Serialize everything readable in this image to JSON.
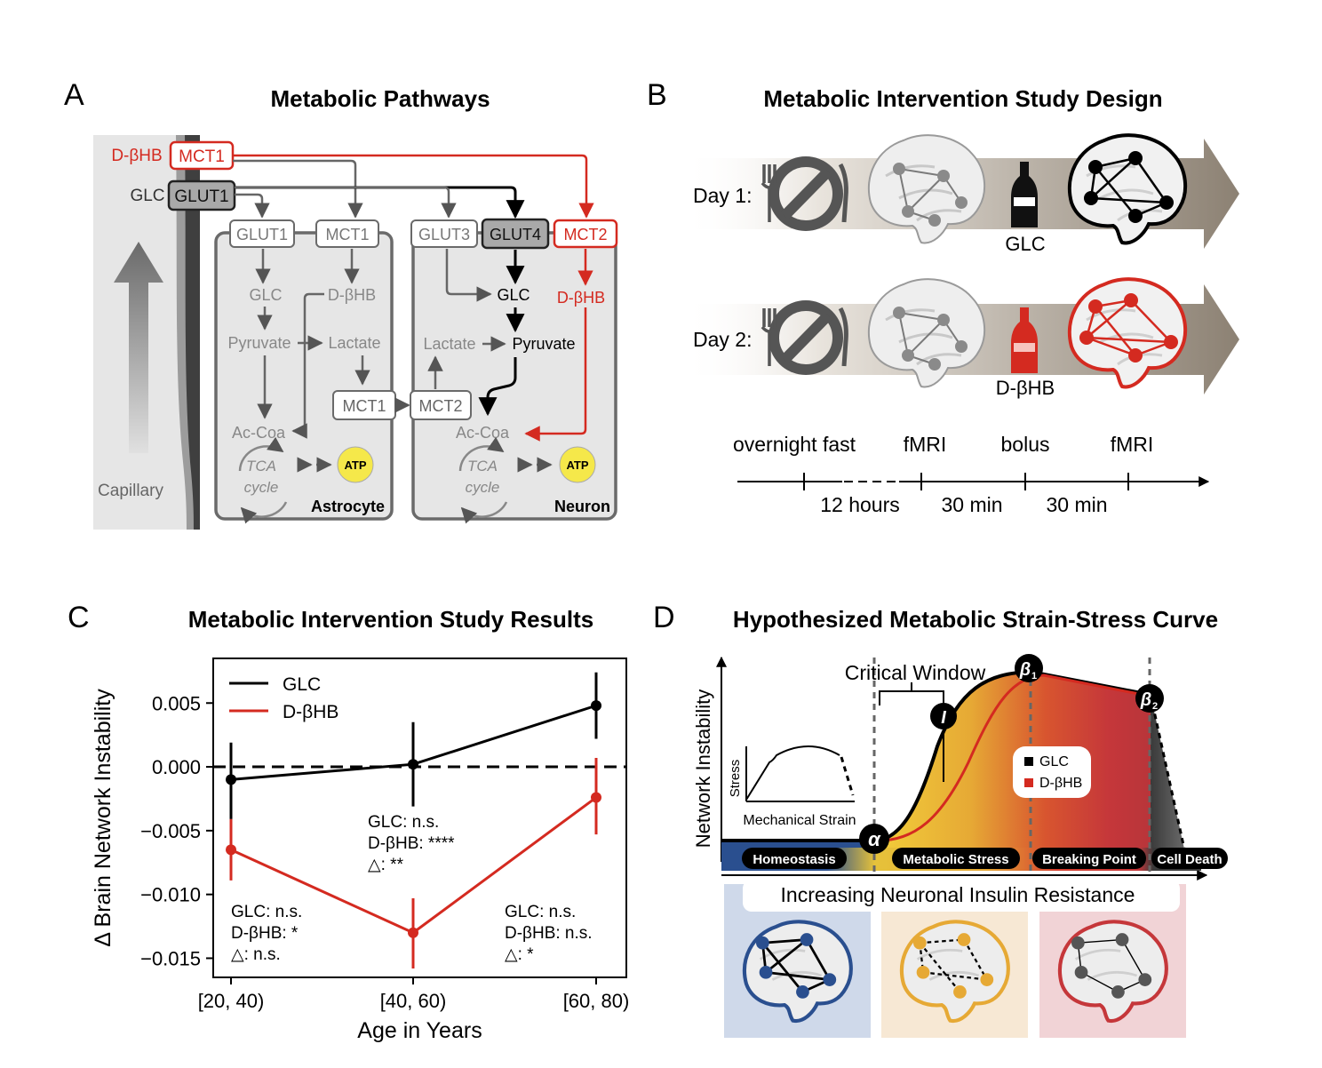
{
  "panels": {
    "A": {
      "letter": "A",
      "title": "Metabolic Pathways",
      "capillary": "Capillary",
      "glc": "GLC",
      "dbhb": "D-βHB",
      "mct1": "MCT1",
      "glut1": "GLUT1",
      "glut3": "GLUT3",
      "glut4": "GLUT4",
      "mct2": "MCT2",
      "pyruvate": "Pyruvate",
      "lactate": "Lactate",
      "acetyl_coa": "Ac-Coa",
      "tca_line1": "TCA",
      "tca_line2": "cycle",
      "atp": "ATP",
      "astrocyte": "Astrocyte",
      "neuron": "Neuron"
    },
    "B": {
      "letter": "B",
      "title": "Metabolic Intervention Study Design",
      "day1": "Day 1:",
      "day2": "Day 2:",
      "glc": "GLC",
      "dbhb": "D-βHB",
      "timeline_events": [
        "overnight fast",
        "fMRI",
        "bolus",
        "fMRI"
      ],
      "timeline_durations": [
        "12 hours",
        "30 min",
        "30 min"
      ]
    },
    "C": {
      "letter": "C",
      "title": "Metabolic Intervention Study Results",
      "annotations": [
        [
          "GLC: n.s.",
          "D-βHB: *",
          "△: n.s."
        ],
        [
          "GLC: n.s.",
          "D-βHB: ****",
          "△: **"
        ],
        [
          "GLC: n.s.",
          "D-βHB: n.s.",
          "△: *"
        ]
      ]
    },
    "D": {
      "letter": "D",
      "title": "Hypothesized Metabolic Strain-Stress Curve",
      "ylabel": "Network Instability",
      "critical_window": "Critical Window",
      "inset_ylabel": "Stress",
      "inset_xlabel": "Mechanical Strain",
      "legend": [
        "GLC",
        "D-βHB"
      ],
      "markers": {
        "alpha": "α",
        "beta1": "β",
        "beta1_sub": "1",
        "beta2": "β",
        "beta2_sub": "2",
        "insulin": "I"
      },
      "phases": [
        "Homeostasis",
        "Metabolic Stress",
        "Breaking Point",
        "Cell Death"
      ],
      "banner": "Increasing Neuronal Insulin Resistance"
    }
  },
  "chart_data": {
    "type": "line",
    "title": "Metabolic Intervention Study Results",
    "xlabel": "Age in Years",
    "ylabel": "Δ Brain Network Instability",
    "categories": [
      "[20, 40)",
      "[40, 60)",
      "[60, 80)"
    ],
    "yticks": [
      0.005,
      0.0,
      -0.005,
      -0.01,
      -0.015
    ],
    "ytick_labels": [
      "0.005",
      "0.000",
      "−0.005",
      "−0.010",
      "−0.015"
    ],
    "ylim": [
      -0.0165,
      0.0085
    ],
    "legend_position": "top-left",
    "reference_line": 0.0,
    "series": [
      {
        "name": "GLC",
        "color": "#000000",
        "values": [
          -0.001,
          0.0002,
          0.0048
        ],
        "err_low": [
          -0.0041,
          -0.0031,
          0.0022
        ],
        "err_high": [
          0.0019,
          0.0035,
          0.0074
        ]
      },
      {
        "name": "D-βHB",
        "color": "#d42a20",
        "values": [
          -0.0065,
          -0.013,
          -0.0024
        ],
        "err_low": [
          -0.0089,
          -0.0158,
          -0.0053
        ],
        "err_high": [
          -0.0041,
          -0.0103,
          0.0007
        ]
      }
    ]
  },
  "colors": {
    "red": "#d42a20",
    "gray_arrow": "#555555",
    "cell_fill": "#e6e6e6",
    "atp": "#f5e84a",
    "homeostasis": "#2a4f8f",
    "stress": "#e6a935",
    "breaking": "#c5373a",
    "death": "#3a3a3a"
  }
}
